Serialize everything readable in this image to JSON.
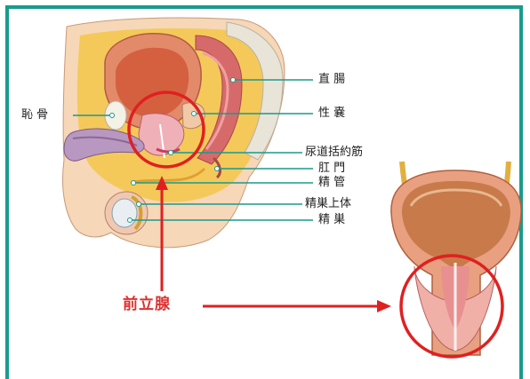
{
  "labels": {
    "pubic_bone": "恥 骨",
    "rectum": "直 腸",
    "seminal_vesicle": "性 嚢",
    "urethral_sphincter": "尿道括約筋",
    "anus": "肛 門",
    "vas_deferens": "精 管",
    "epididymis": "精巣上体",
    "testis": "精 巣",
    "prostate": "前立腺"
  },
  "colors": {
    "frame": "#1a9a8c",
    "leader_line": "#1a9a8c",
    "highlight": "#e02020",
    "arrow": "#e02020"
  }
}
